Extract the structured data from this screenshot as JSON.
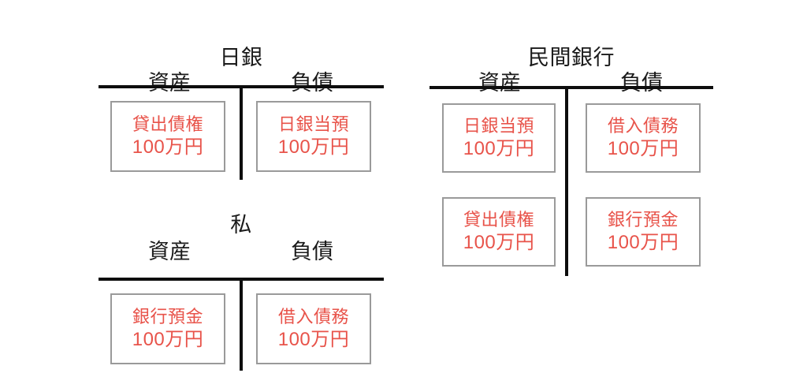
{
  "diagram": {
    "title_color": "#1a1a1a",
    "entry_color": "#e8534a",
    "rule_color": "#0d0d0d",
    "box_border_color": "#9a9a9a"
  },
  "panels": [
    {
      "id": "boj",
      "title": "日銀",
      "assets_header": "資産",
      "liabilities_header": "負債",
      "assets": [
        {
          "label": "貸出債権",
          "amount": "100万円"
        }
      ],
      "liabilities": [
        {
          "label": "日銀当預",
          "amount": "100万円"
        }
      ]
    },
    {
      "id": "bank",
      "title": "民間銀行",
      "assets_header": "資産",
      "liabilities_header": "負債",
      "assets": [
        {
          "label": "日銀当預",
          "amount": "100万円"
        },
        {
          "label": "貸出債権",
          "amount": "100万円"
        }
      ],
      "liabilities": [
        {
          "label": "借入債務",
          "amount": "100万円"
        },
        {
          "label": "銀行預金",
          "amount": "100万円"
        }
      ]
    },
    {
      "id": "me",
      "title": "私",
      "assets_header": "資産",
      "liabilities_header": "負債",
      "assets": [
        {
          "label": "銀行預金",
          "amount": "100万円"
        }
      ],
      "liabilities": [
        {
          "label": "借入債務",
          "amount": "100万円"
        }
      ]
    }
  ]
}
